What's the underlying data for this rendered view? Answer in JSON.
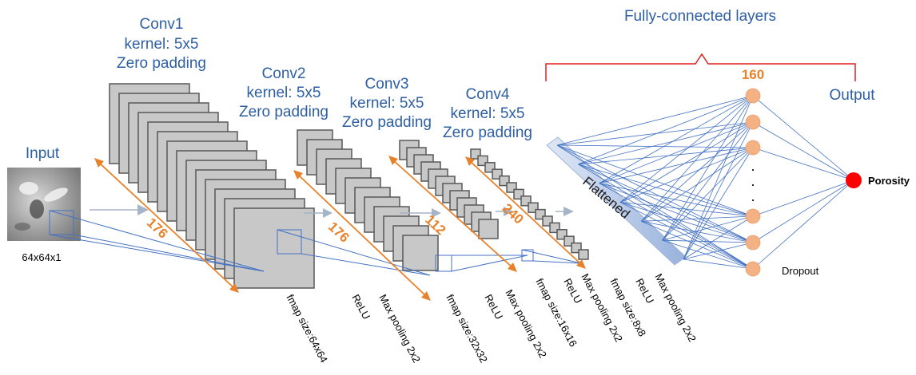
{
  "input": {
    "label": "Input",
    "size": "64x64x1"
  },
  "conv_layers": [
    {
      "name": "Conv1",
      "kernel": "kernel: 5x5",
      "padding": "Zero padding",
      "depth": "176"
    },
    {
      "name": "Conv2",
      "kernel": "kernel: 5x5",
      "padding": "Zero padding",
      "depth": "176"
    },
    {
      "name": "Conv3",
      "kernel": "kernel: 5x5",
      "padding": "Zero padding",
      "depth": "112"
    },
    {
      "name": "Conv4",
      "kernel": "kernel: 5x5",
      "padding": "Zero padding",
      "depth": "240"
    }
  ],
  "rotated_labels": [
    "fmap size:64x64",
    "ReLU",
    "Max pooling 2x2",
    "fmap size:32x32",
    "ReLU",
    "Max pooling 2x2",
    "fmap size:16x16",
    "ReLU",
    "Max pooling 2x2",
    "fmap size:8x8",
    "ReLU",
    "Max pooling 2x2"
  ],
  "flattened": "Flattened",
  "fc": {
    "title": "Fully-connected layers",
    "units": "160",
    "dots": [
      "·",
      "·",
      "·"
    ],
    "dropout": "Dropout",
    "output_title": "Output",
    "output_node": "Porosity"
  },
  "colors": {
    "title_blue": "#2e5fa3",
    "accent_orange": "#e8822a",
    "line_blue": "#4472c4",
    "map_fill": "#c8c8c8",
    "map_stroke": "#595959",
    "node_fill": "#f4b183",
    "output_node": "#ff0000",
    "brace_red": "#e02020"
  }
}
